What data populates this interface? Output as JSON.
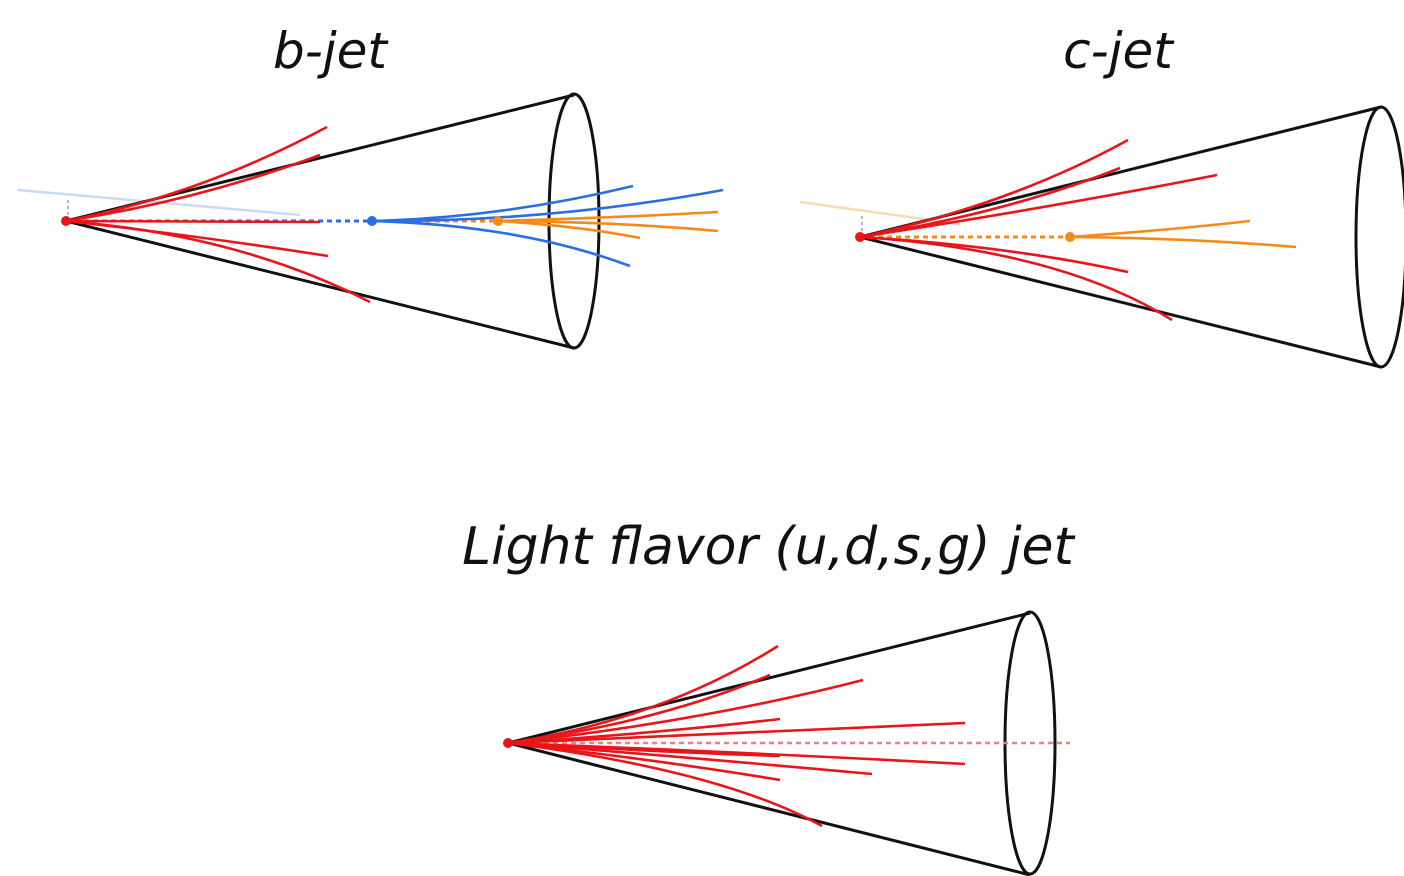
{
  "panels": [
    {
      "id": "b",
      "title": "b-jet"
    },
    {
      "id": "c",
      "title": "c-jet"
    },
    {
      "id": "light",
      "title": "Light flavor (u,d,s,g) jet"
    }
  ],
  "colors": {
    "outline": "#111111",
    "primary": "#e8151b",
    "b_decay": "#2a6fe0",
    "c_decay": "#f58a18",
    "b_incoming_faint": "#c9daf7",
    "c_incoming_faint": "#fbd9b2",
    "light_axis": "#f27d82"
  }
}
